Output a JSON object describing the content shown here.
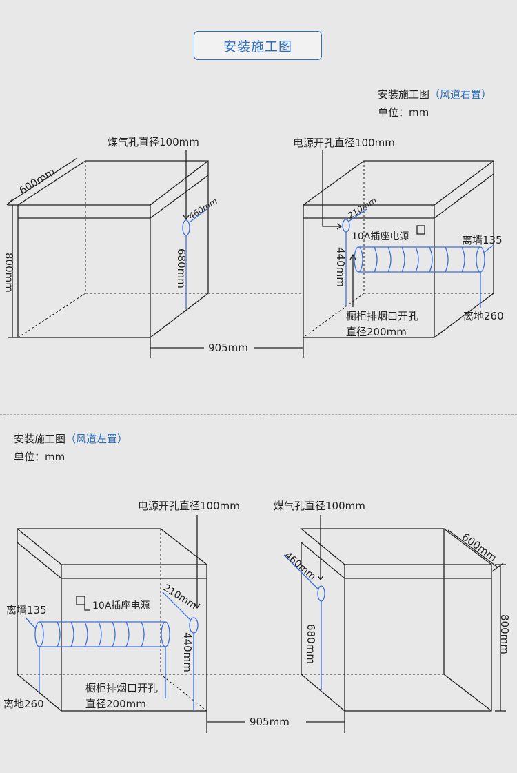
{
  "header": {
    "title": "安装施工图"
  },
  "right_layout": {
    "caption_title": "安装施工图",
    "caption_accent": "（风道右置）",
    "caption_unit": "单位：mm",
    "left_cabinet": {
      "gas_hole_label": "煤气孔直径100mm",
      "depth_label": "600mm",
      "height_label": "800mm",
      "gas_height_label": "680mm",
      "gas_offset_label": "460mm"
    },
    "gap_label": "905mm",
    "right_cabinet": {
      "power_hole_label": "电源开孔直径100mm",
      "power_offset_label": "210mm",
      "socket_label": "10A插座电源",
      "power_height_label": "440mm",
      "wall_label": "离墙135",
      "floor_label": "离地260",
      "exhaust_label_1": "橱柜排烟口开孔",
      "exhaust_label_2": "直径200mm"
    }
  },
  "left_layout": {
    "caption_title": "安装施工图",
    "caption_accent": "（风道左置）",
    "caption_unit": "单位：mm",
    "left_cabinet": {
      "power_hole_label": "电源开孔直径100mm",
      "socket_label": "10A插座电源",
      "power_offset_label": "210mm",
      "power_height_label": "440mm",
      "wall_label": "离墙135",
      "floor_label": "离地260",
      "exhaust_label_1": "橱柜排烟口开孔",
      "exhaust_label_2": "直径200mm"
    },
    "gap_label": "905mm",
    "right_cabinet": {
      "gas_hole_label": "煤气孔直径100mm",
      "gas_offset_label": "460mm",
      "gas_height_label": "680mm",
      "depth_label": "600mm",
      "height_label": "800mm"
    }
  },
  "colors": {
    "accent": "#2a6fc1",
    "pipe": "#3a6fe0",
    "line": "#222222",
    "background": "#e8e8e8"
  }
}
